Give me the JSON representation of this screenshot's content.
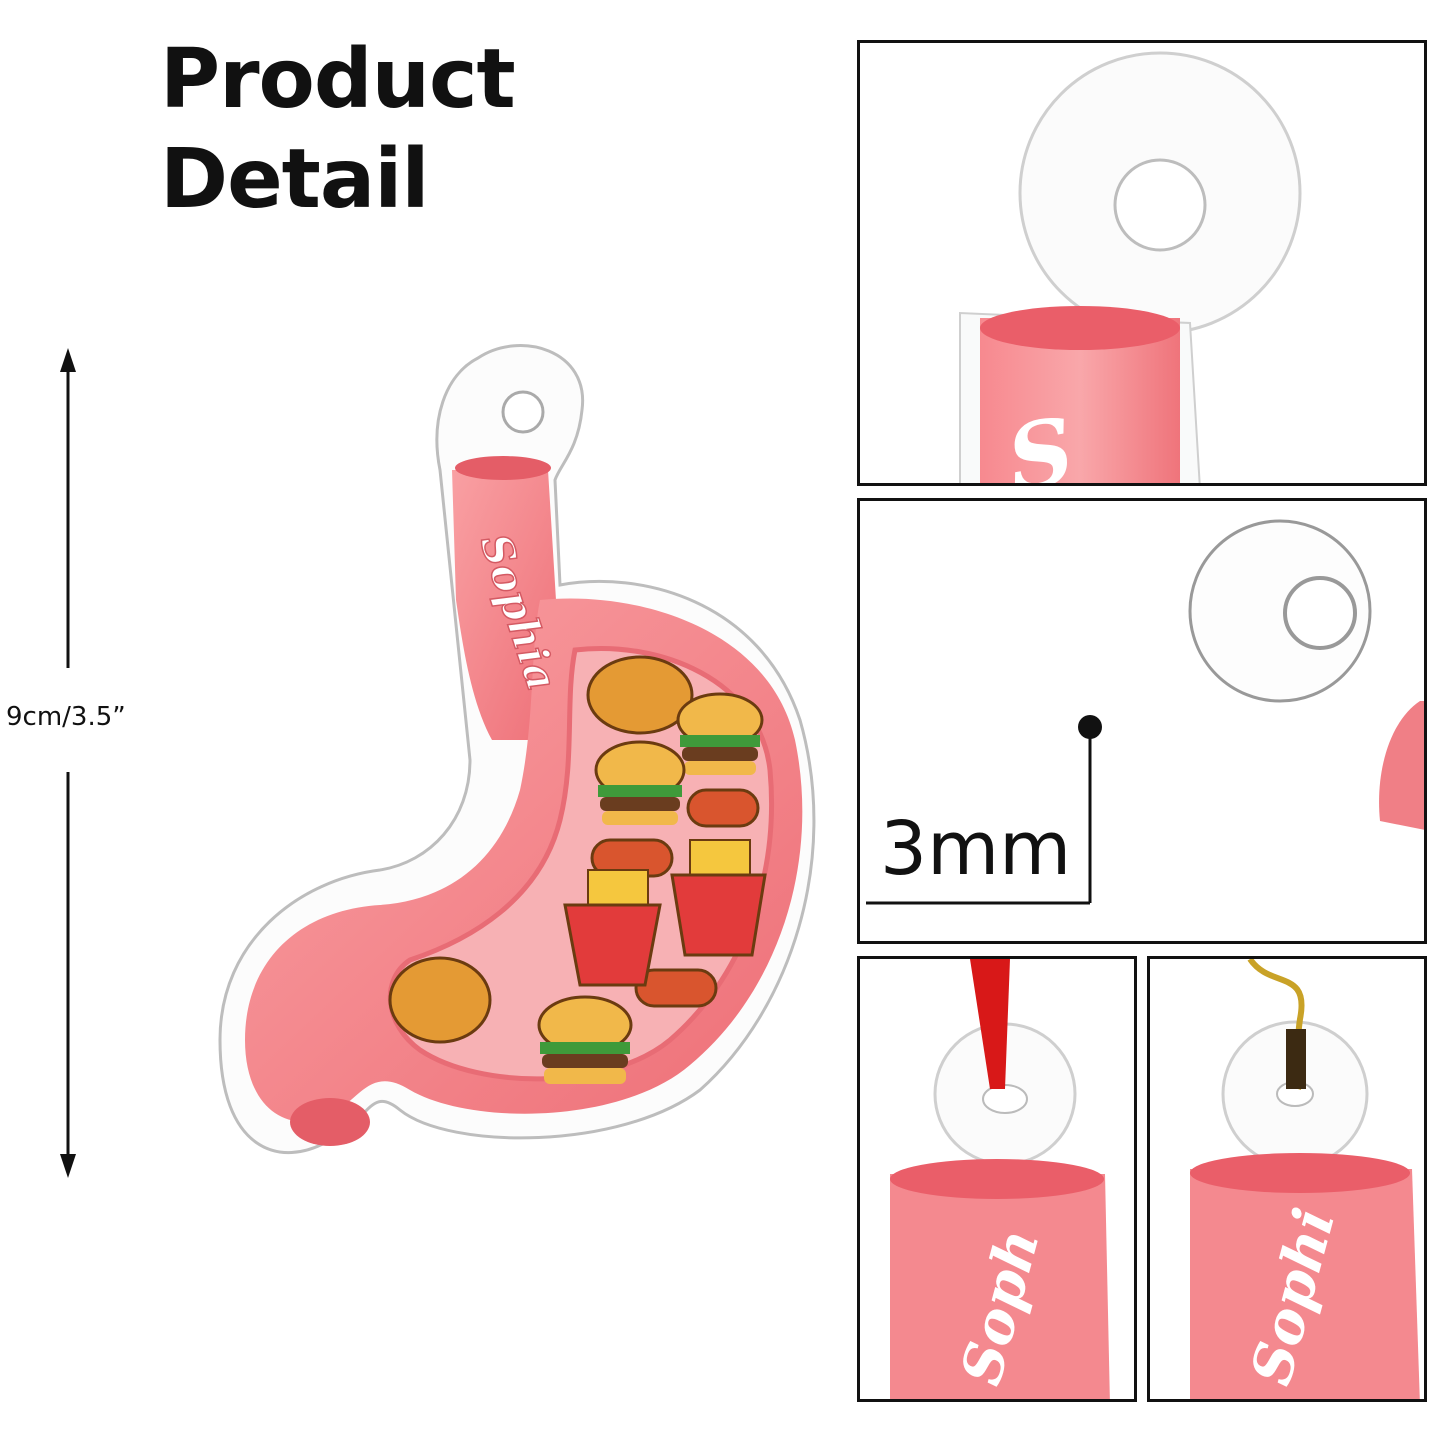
{
  "header": {
    "title": "Product Detail"
  },
  "dimension": {
    "height_label": "9cm/3.5”"
  },
  "ornament": {
    "name_text": "Sophia"
  },
  "detail_panels": {
    "thickness_label": "3mm",
    "name_fragment_top": "S",
    "name_fragment_red": "Soph",
    "name_fragment_gold": "Sophi"
  },
  "colors": {
    "stomach_pink": "#f4848a",
    "stomach_light": "#f9a6a9",
    "ribbon_red": "#d81818",
    "cord_gold": "#c9a227"
  }
}
